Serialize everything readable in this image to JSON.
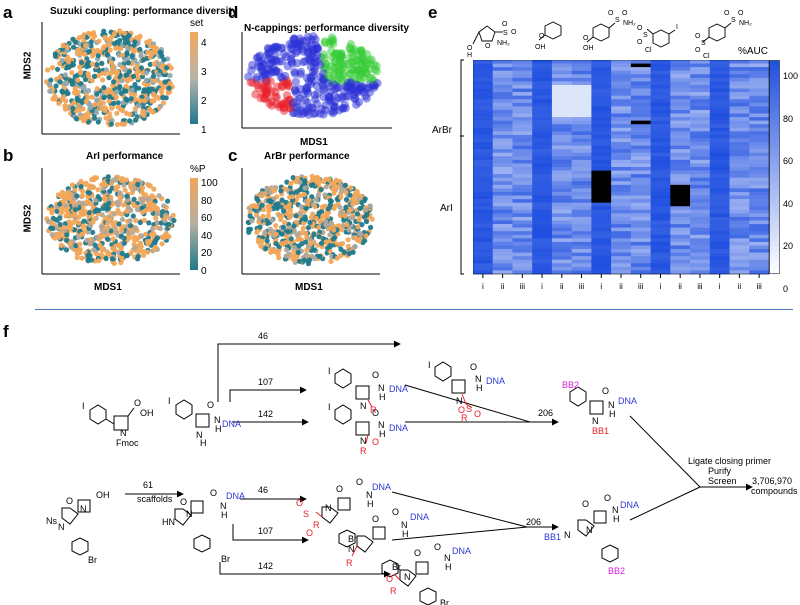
{
  "panels": {
    "a": {
      "letter": "a",
      "title": "Suzuki coupling: performance diversity",
      "xlabel": "MDS1",
      "ylabel": "MDS2",
      "legend_title": "set",
      "legend_ticks": [
        "4",
        "3",
        "2",
        "1"
      ]
    },
    "b": {
      "letter": "b",
      "title": "ArI performance",
      "xlabel": "MDS1",
      "ylabel": "MDS2",
      "legend_title": "%P",
      "legend_ticks": [
        "100",
        "80",
        "60",
        "40",
        "20",
        "0"
      ]
    },
    "c": {
      "letter": "c",
      "title": "ArBr performance",
      "xlabel": "MDS1"
    },
    "d": {
      "letter": "d",
      "title": "N-cappings: performance diversity",
      "xlabel": "MDS1"
    },
    "e": {
      "letter": "e",
      "colorbar_title": "%AUC",
      "colorbar_ticks": [
        "100",
        "80",
        "60",
        "40",
        "20",
        "0"
      ],
      "row_groups": [
        "ArBr",
        "ArI"
      ],
      "col_labels": [
        "i",
        "ii",
        "iii",
        "i",
        "ii",
        "iii",
        "i",
        "ii",
        "iii",
        "i",
        "ii",
        "iii",
        "i",
        "ii",
        "iii"
      ],
      "reagents": [
        {
          "atoms": [
            "O",
            "O",
            "H",
            "S",
            "O",
            "O",
            "NH₂"
          ]
        },
        {
          "atoms": [
            "O",
            "OH"
          ]
        },
        {
          "atoms": [
            "O",
            "OH",
            "S",
            "O",
            "O",
            "NH₂"
          ]
        },
        {
          "atoms": [
            "O",
            "O",
            "S",
            "Cl",
            "I"
          ]
        },
        {
          "atoms": [
            "O",
            "O",
            "S",
            "Cl",
            "S",
            "O",
            "O",
            "NH₂"
          ]
        }
      ]
    },
    "f": {
      "letter": "f"
    }
  },
  "scheme": {
    "start_top": {
      "substituent": "I",
      "atoms": [
        "O",
        "OH",
        "N",
        "Fmoc"
      ]
    },
    "start_bottom": {
      "atoms": [
        "O",
        "N",
        "OH",
        "Ns",
        "N",
        "Br"
      ]
    },
    "scaffold_arrow": {
      "count": "61",
      "label": "scaffolds"
    },
    "mid_top": {
      "atoms": [
        "I",
        "O",
        "N",
        "H",
        "N",
        "H",
        "DNA"
      ]
    },
    "mid_bottom": {
      "atoms": [
        "O",
        "O",
        "N",
        "H",
        "HN",
        "N",
        "DNA",
        "Br"
      ]
    },
    "counts_top": [
      "46",
      "107",
      "142"
    ],
    "counts_bottom": [
      "46",
      "107",
      "142"
    ],
    "prod_top": {
      "sulfonyl": {
        "atoms": [
          "I",
          "O",
          "N",
          "H",
          "N",
          "DNA",
          "S",
          "R",
          "O",
          "O"
        ]
      },
      "alkyl": {
        "atoms": [
          "I",
          "O",
          "N",
          "H",
          "N",
          "DNA",
          "R"
        ]
      },
      "acyl": {
        "atoms": [
          "I",
          "O",
          "N",
          "H",
          "N",
          "DNA",
          "O",
          "R"
        ]
      }
    },
    "prod_bottom": {
      "sulfonyl": {
        "atoms": [
          "O",
          "O",
          "N",
          "H",
          "DNA",
          "S",
          "R",
          "O",
          "O",
          "N",
          "Br"
        ]
      },
      "alkyl": {
        "atoms": [
          "O",
          "O",
          "N",
          "H",
          "DNA",
          "N",
          "R",
          "Br"
        ]
      },
      "acyl": {
        "atoms": [
          "O",
          "O",
          "N",
          "H",
          "DNA",
          "O",
          "N",
          "R",
          "Br"
        ]
      }
    },
    "merge_top": "206",
    "merge_bottom": "206",
    "final_top": {
      "atoms": [
        "BB2",
        "O",
        "N",
        "H",
        "DNA",
        "N",
        "BB1"
      ]
    },
    "final_bottom": {
      "atoms": [
        "O",
        "O",
        "N",
        "H",
        "DNA",
        "BB1",
        "N",
        "N",
        "BB2"
      ]
    },
    "process": [
      "Ligate closing primer",
      "Purify",
      "Screen"
    ],
    "result": [
      "3,706,970",
      "compounds"
    ]
  },
  "colors": {
    "teal": "#1f7a8c",
    "orange": "#f2a65a",
    "red": "#e8202a",
    "blue": "#2a2fd6",
    "green": "#33cc33",
    "heat_high": "#1f4fe0",
    "heat_low": "#ffffff",
    "divider": "#4f77bd",
    "magenta": "#d51fd6",
    "dna": "#2b3bd6"
  }
}
